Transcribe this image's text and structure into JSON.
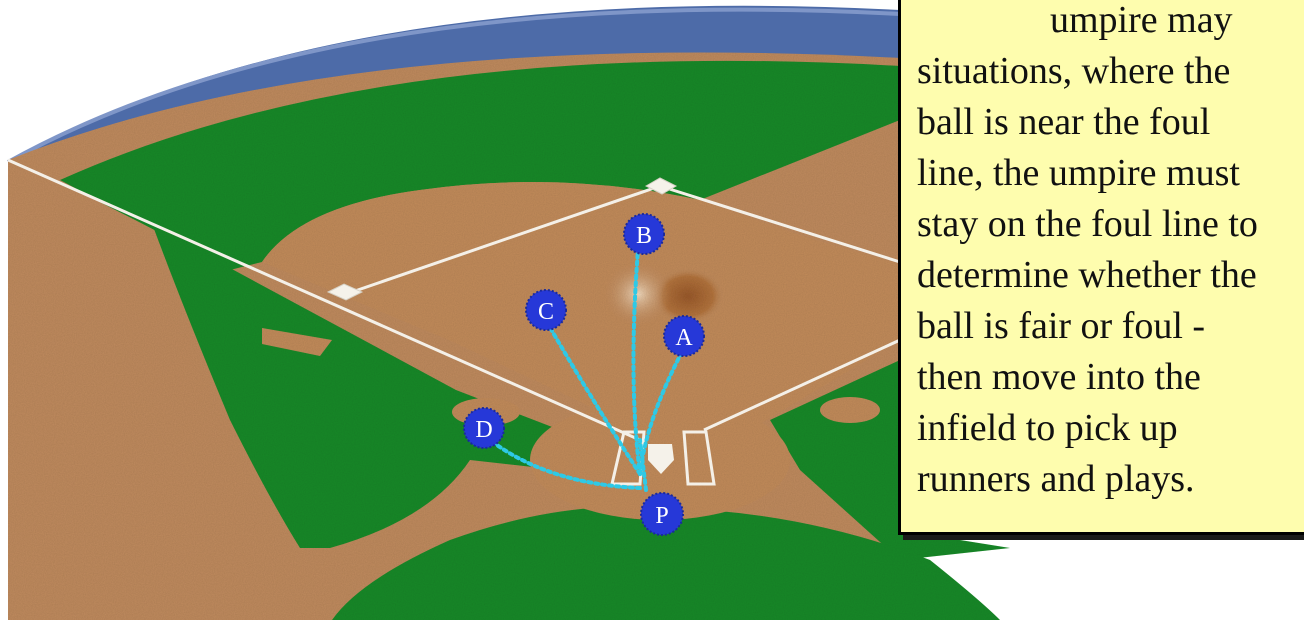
{
  "callout": {
    "text": "              umpire may\nsituations, where the\nball is near the foul\nline, the umpire must\nstay on the foul line to\ndetermine whether the\nball is fair or foul -\nthen move into the\ninfield to pick up\nrunners and plays."
  },
  "positions": {
    "home_plate_umpire": "P",
    "option_a": "A",
    "option_b": "B",
    "option_c": "C",
    "option_d": "D"
  },
  "colors": {
    "grass": "#1f8a2a",
    "dirt": "#c08b5f",
    "wall": "#4f6aa8",
    "marker": "#2638d8",
    "path": "#2ec9e6",
    "callout_bg": "#fefdae"
  }
}
